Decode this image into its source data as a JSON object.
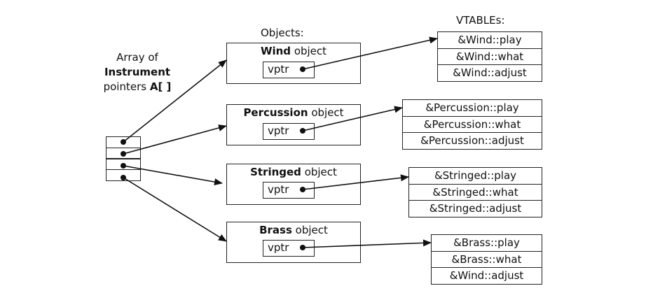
{
  "labels": {
    "objects_header": "Objects:",
    "vtables_header": "VTABLEs:",
    "array_line1": "Array of",
    "array_line2": "Instrument",
    "array_line3_prefix": "pointers ",
    "array_line3_bold": "A[ ]"
  },
  "objects": [
    {
      "name": "Wind",
      "suffix": " object",
      "vptr": "vptr"
    },
    {
      "name": "Percussion",
      "suffix": " object",
      "vptr": "vptr"
    },
    {
      "name": "Stringed",
      "suffix": " object",
      "vptr": "vptr"
    },
    {
      "name": "Brass",
      "suffix": " object",
      "vptr": "vptr"
    }
  ],
  "vtables": [
    [
      "&Wind::play",
      "&Wind::what",
      "&Wind::adjust"
    ],
    [
      "&Percussion::play",
      "&Percussion::what",
      "&Percussion::adjust"
    ],
    [
      "&Stringed::play",
      "&Stringed::what",
      "&Stringed::adjust"
    ],
    [
      "&Brass::play",
      "&Brass::what",
      "&Wind::adjust"
    ]
  ]
}
